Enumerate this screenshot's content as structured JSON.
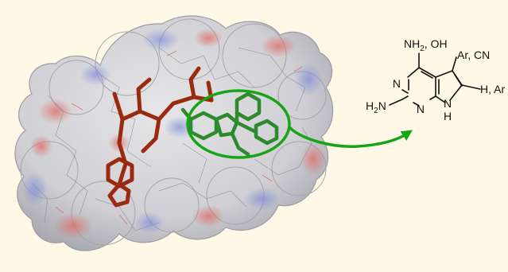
{
  "colors": {
    "background": "#fff8e6",
    "surface": "#c8c8c8",
    "ligand_red": "#9a2a10",
    "ligand_green": "#2e8a2e",
    "highlight_green": "#18a418",
    "atom_red": "#d8504a",
    "atom_blue": "#6a78d8"
  },
  "structure": {
    "icon": "pyrrolopyrimidine-structure-icon",
    "nh2_oh": "NH",
    "nh2_oh_sub": "2",
    "nh2_oh_suffix": ", OH",
    "ar_cn": "Ar, CN",
    "h_ar": "H, Ar",
    "h2n_left": "H",
    "h2n_sub": "2",
    "h2n_right": "N",
    "n_top": "N",
    "n_bottom": "N",
    "nh_n": "N",
    "nh_h": "H"
  }
}
